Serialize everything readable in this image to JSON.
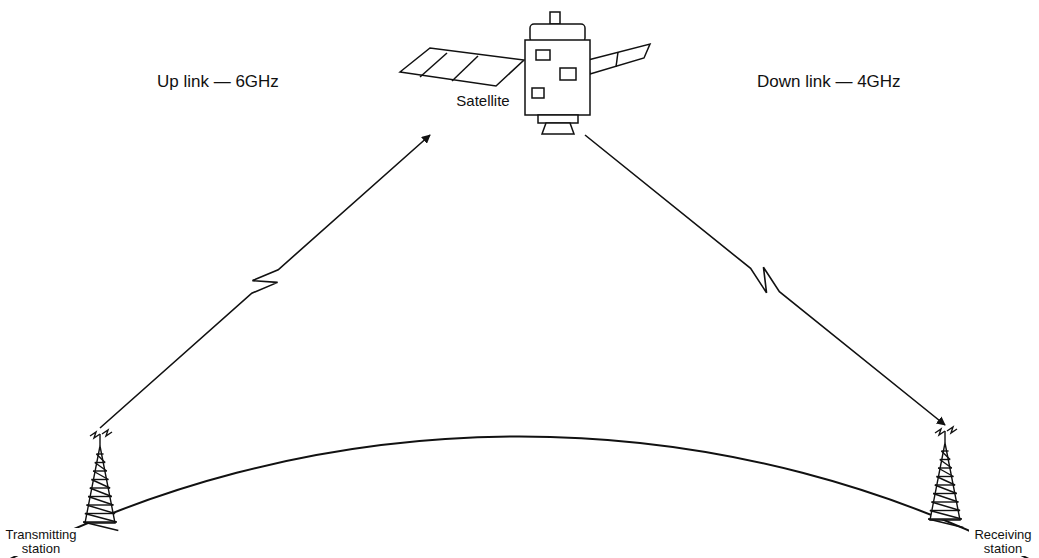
{
  "diagram": {
    "nodes": [
      {
        "text": [
          "Satellite"
        ]
      },
      {
        "text": [
          "Transmitting station"
        ]
      },
      {
        "text": [
          "Receiving station"
        ]
      }
    ],
    "edges": [
      {
        "from": 1,
        "to": 0,
        "arrow": "to",
        "label": "Up link — 6GHz"
      },
      {
        "from": 0,
        "to": 2,
        "arrow": "to",
        "label": "Down link — 4GHz"
      }
    ]
  }
}
